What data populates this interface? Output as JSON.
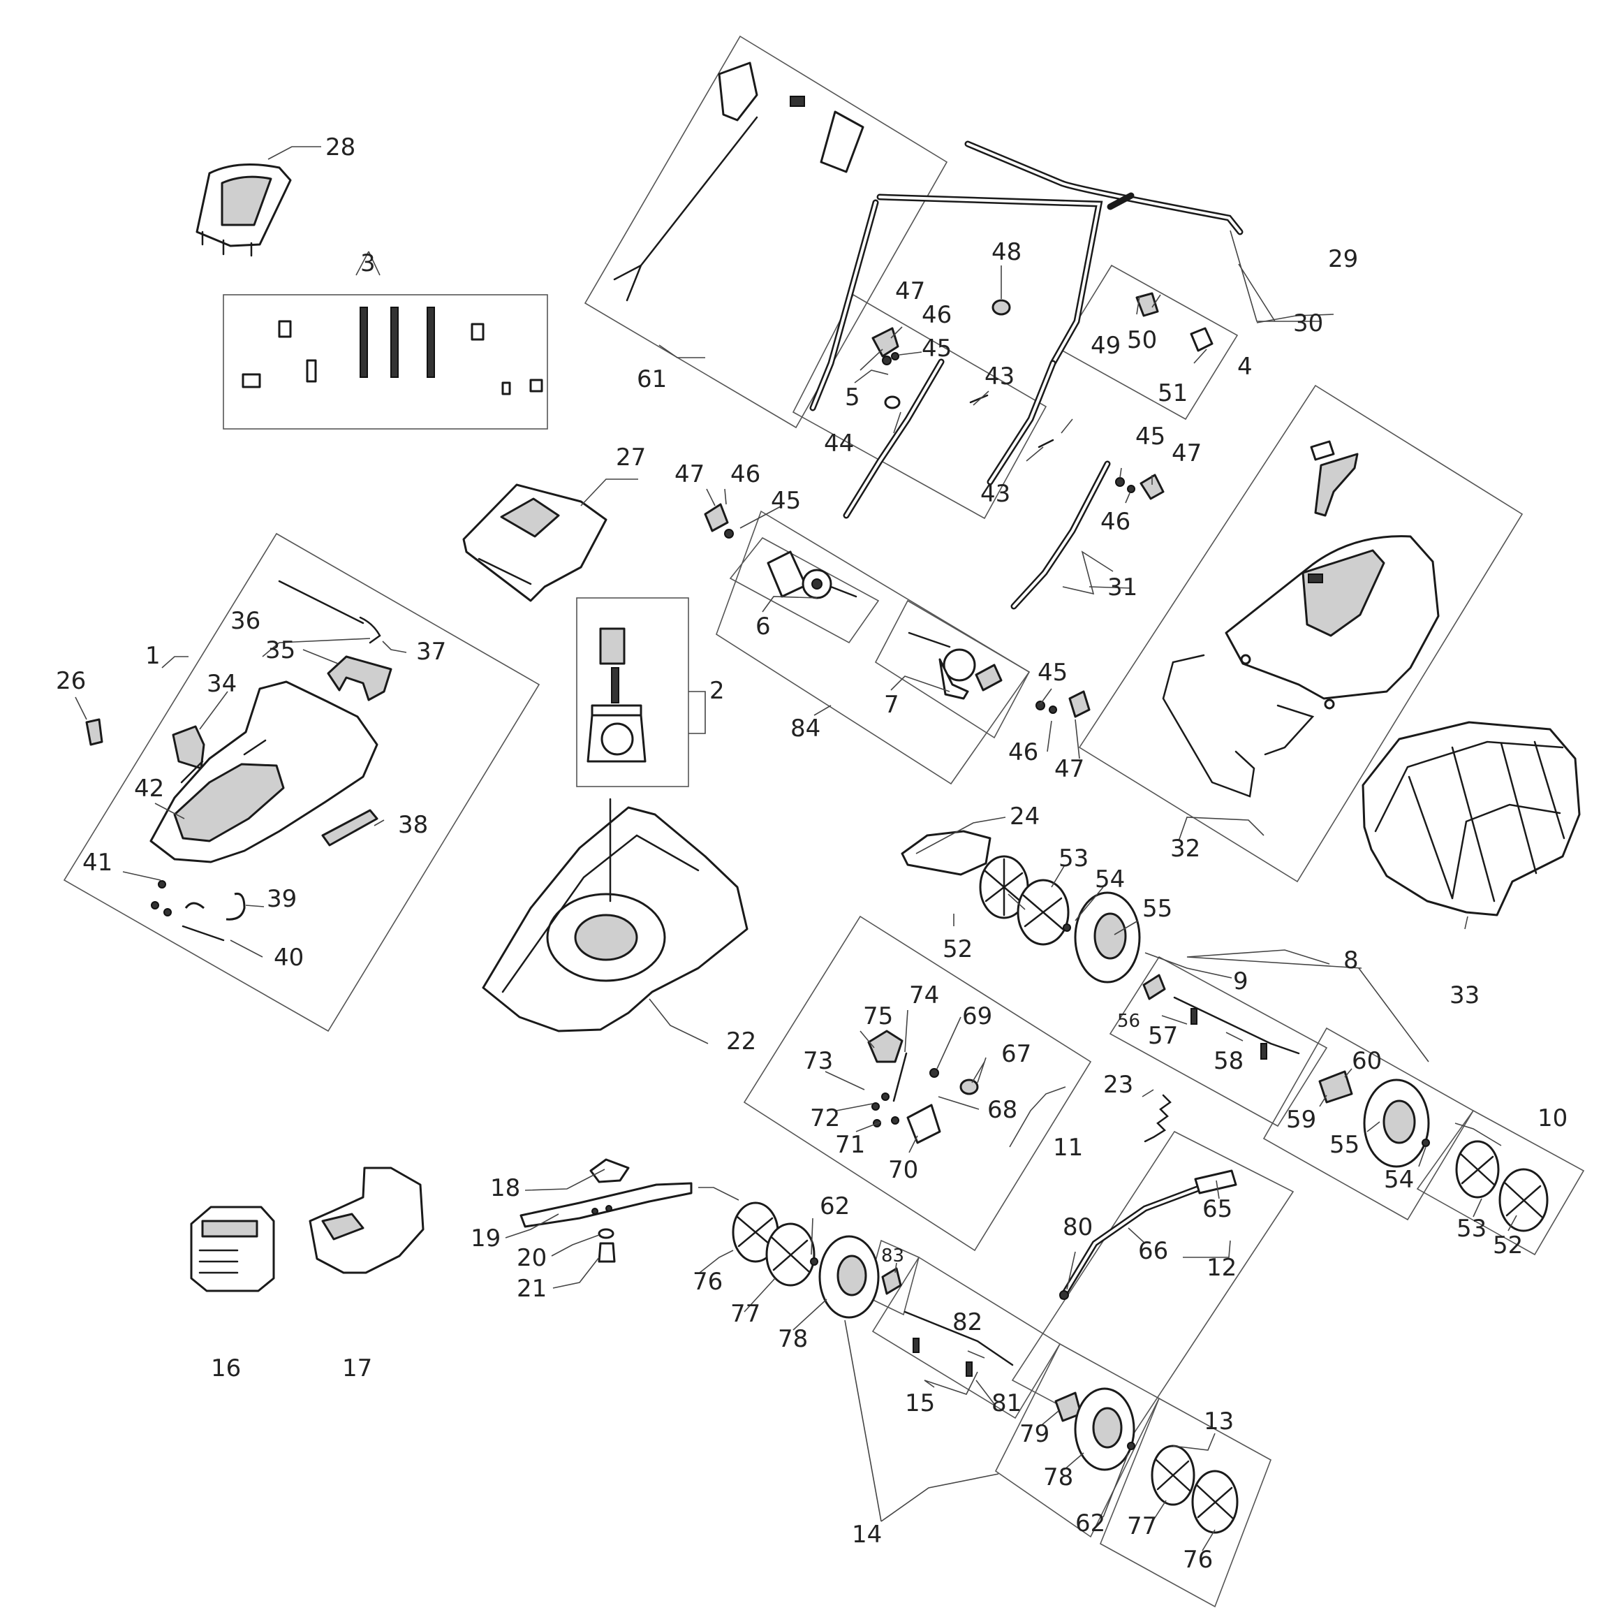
{
  "labels": {
    "l1": "1",
    "l2": "2",
    "l3": "3",
    "l4": "4",
    "l5": "5",
    "l6": "6",
    "l7": "7",
    "l8": "8",
    "l9": "9",
    "l10": "10",
    "l11": "11",
    "l12": "12",
    "l13": "13",
    "l14": "14",
    "l15": "15",
    "l16": "16",
    "l17": "17",
    "l18": "18",
    "l19": "19",
    "l20": "20",
    "l21": "21",
    "l22": "22",
    "l23": "23",
    "l24": "24",
    "l26": "26",
    "l27": "27",
    "l28": "28",
    "l29": "29",
    "l30": "30",
    "l31": "31",
    "l32": "32",
    "l33": "33",
    "l34": "34",
    "l35": "35",
    "l36": "36",
    "l37": "37",
    "l38": "38",
    "l39": "39",
    "l40": "40",
    "l41": "41",
    "l42": "42",
    "l43a": "43",
    "l43b": "43",
    "l44": "44",
    "l45a": "45",
    "l45b": "45",
    "l45c": "45",
    "l45d": "45",
    "l46a": "46",
    "l46b": "46",
    "l46c": "46",
    "l46d": "46",
    "l47a": "47",
    "l47b": "47",
    "l47c": "47",
    "l47d": "47",
    "l48": "48",
    "l49": "49",
    "l50": "50",
    "l51": "51",
    "l52a": "52",
    "l52b": "52",
    "l53a": "53",
    "l53b": "53",
    "l54a": "54",
    "l54b": "54",
    "l55a": "55",
    "l55b": "55",
    "l56": "56",
    "l57": "57",
    "l58": "58",
    "l59": "59",
    "l60": "60",
    "l61": "61",
    "l62a": "62",
    "l62b": "62",
    "l65": "65",
    "l66": "66",
    "l67": "67",
    "l68": "68",
    "l69": "69",
    "l70": "70",
    "l71": "71",
    "l72": "72",
    "l73": "73",
    "l74": "74",
    "l75": "75",
    "l76a": "76",
    "l76b": "76",
    "l77a": "77",
    "l77b": "77",
    "l78a": "78",
    "l78b": "78",
    "l79": "79",
    "l80": "80",
    "l81": "81",
    "l82": "82",
    "l83": "83",
    "l84": "84"
  }
}
